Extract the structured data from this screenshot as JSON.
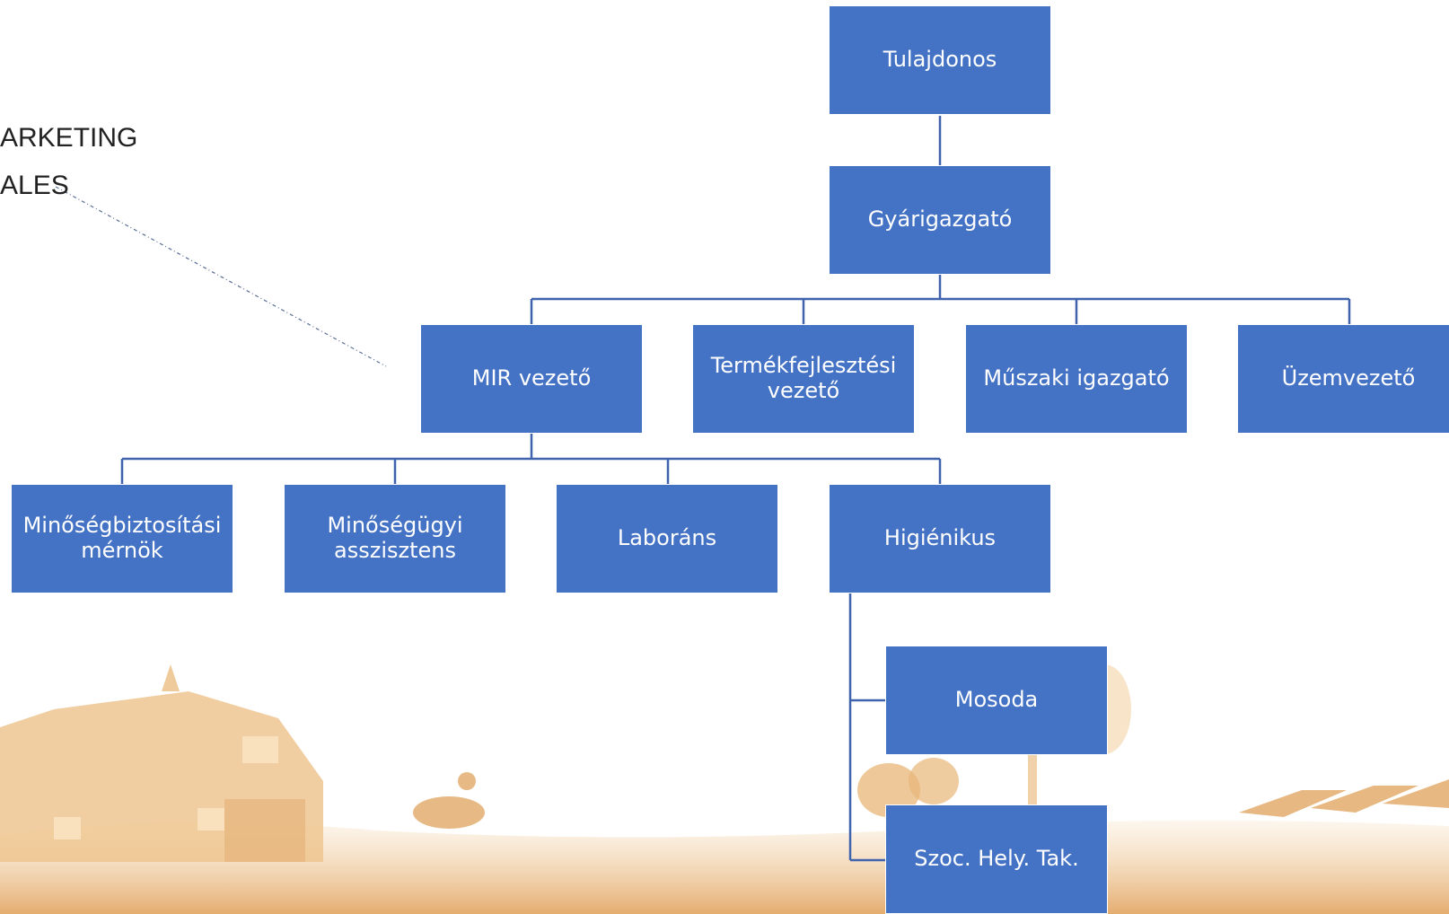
{
  "side_labels": {
    "line1": "ARKETING",
    "line2": "ALES"
  },
  "nodes": {
    "owner": "Tulajdonos",
    "factory_director": "Gyárigazgató",
    "mir_lead": "MIR vezető",
    "product_dev_lead": "Termékfejlesztési vezető",
    "technical_director": "Műszaki igazgató",
    "plant_manager": "Üzemvezető",
    "qa_engineer": "Minőségbiztosítási mérnök",
    "quality_assistant": "Minőségügyi asszisztens",
    "lab_technician": "Laboráns",
    "hygienist": "Higiénikus",
    "laundry": "Mosoda",
    "social_room_cleaner": "Szoc. Hely. Tak."
  },
  "colors": {
    "box_fill": "#4472c4",
    "connector": "#3f63ad",
    "text": "#ffffff",
    "background_art": "#e8b577"
  },
  "background_icon": "farm-landscape-silhouette"
}
